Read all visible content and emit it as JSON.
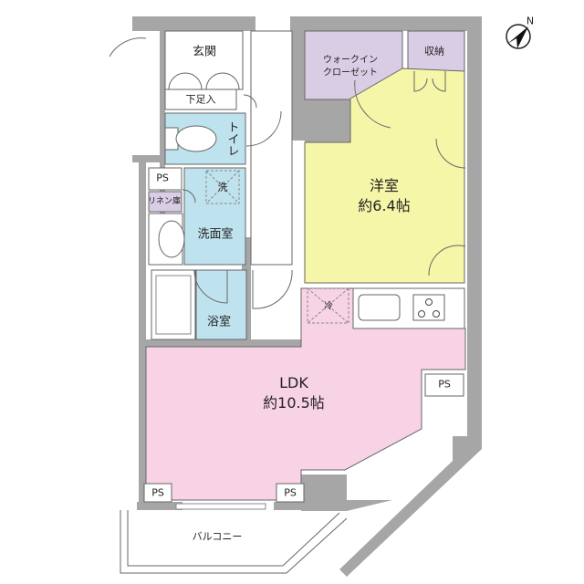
{
  "colors": {
    "wall": "#a6a6a6",
    "ldk": "#f8d3e6",
    "western_room": "#f6f6a8",
    "closet": "#d8cde4",
    "wet_area": "#bfe3ee",
    "line": "#666666"
  },
  "compass": {
    "label": "N",
    "icon": "north-arrow-icon"
  },
  "rooms": {
    "entrance": "玄関",
    "shoe_storage": "下足入",
    "toilet": "トイレ",
    "ps_1": "PS",
    "linen": "リネン庫",
    "washer": "洗",
    "washroom": "洗面室",
    "bathroom": "浴室",
    "walk_in_closet_line1": "ウォークイン",
    "walk_in_closet_line2": "クローゼット",
    "storage": "収納",
    "western_room": "洋室",
    "western_room_size": "約6.4帖",
    "fridge": "冷",
    "ldk": "LDK",
    "ldk_size": "約10.5帖",
    "ps_2": "PS",
    "ps_3": "PS",
    "ps_4": "PS",
    "balcony": "バルコニー"
  }
}
